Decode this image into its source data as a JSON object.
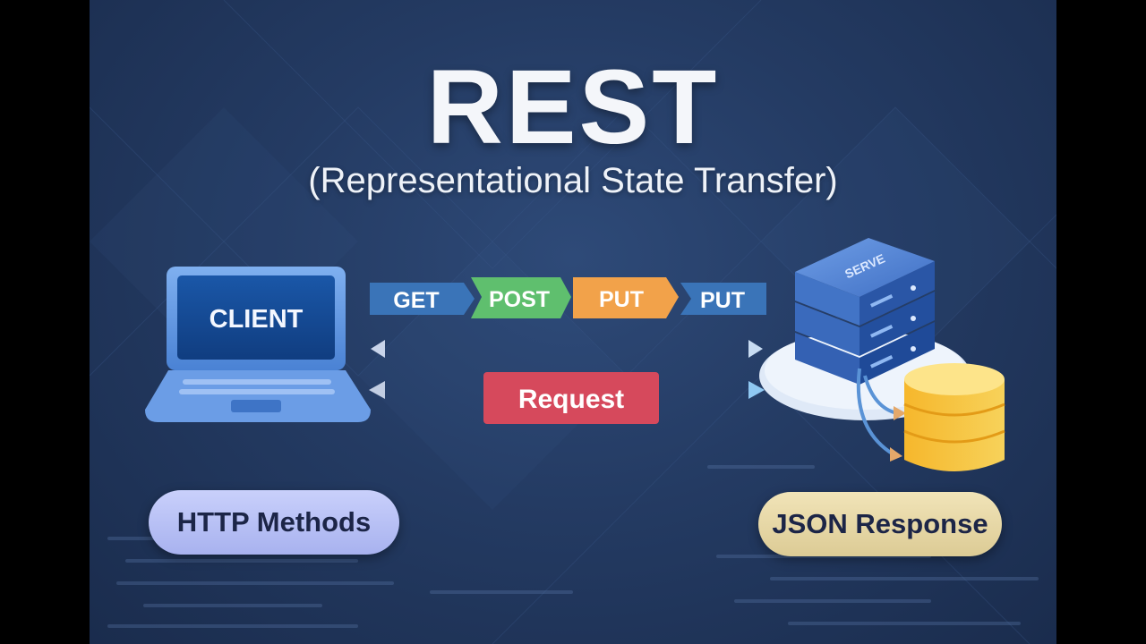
{
  "title": "REST",
  "subtitle": "(Representational State Transfer)",
  "client": {
    "label": "CLIENT"
  },
  "server": {
    "label": "SERVE"
  },
  "methods": [
    {
      "label": "GET",
      "color": "#3a74b8"
    },
    {
      "label": "POST",
      "color": "#5fbf6e"
    },
    {
      "label": "PUT",
      "color": "#f2a24a"
    },
    {
      "label": "PUT",
      "color": "#3a74b8"
    }
  ],
  "request": {
    "label": "Request",
    "color": "#d6495c"
  },
  "http_methods": {
    "label": "HTTP Methods"
  },
  "json_response": {
    "label": "JSON Response"
  }
}
